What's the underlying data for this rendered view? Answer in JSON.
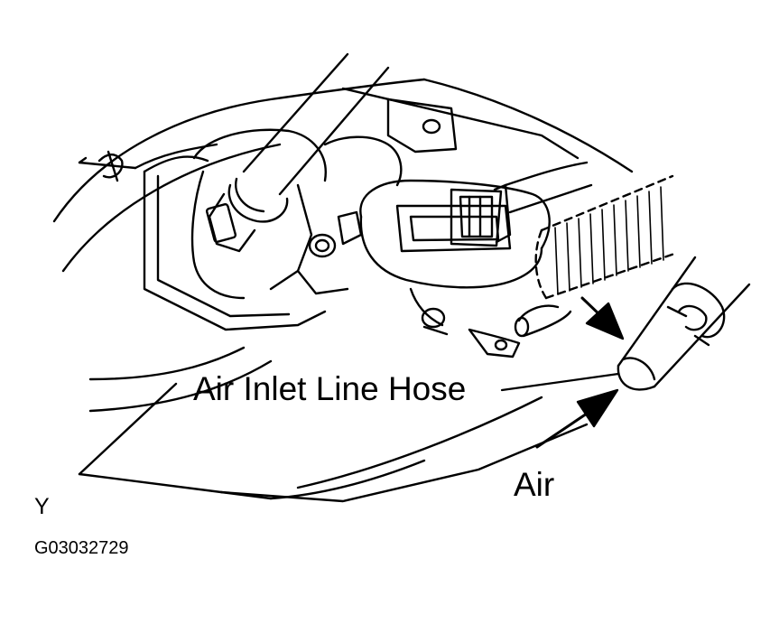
{
  "labels": {
    "hose": "Air Inlet Line Hose",
    "air": "Air",
    "code_letter": "Y",
    "figure_code": "G03032729"
  },
  "colors": {
    "ink": "#000000",
    "paper": "#ffffff"
  }
}
